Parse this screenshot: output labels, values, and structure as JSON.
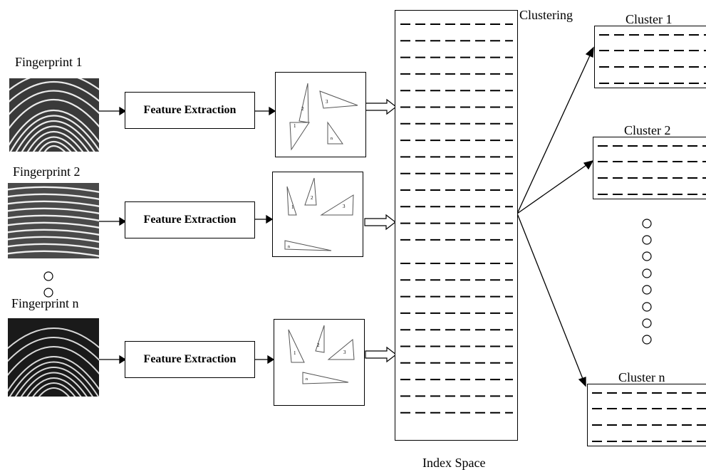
{
  "fingerprints": [
    {
      "label": "Fingerprint 1"
    },
    {
      "label": "Fingerprint 2"
    },
    {
      "label": "Fingerprint n"
    }
  ],
  "feature_extraction_label": "Feature Extraction",
  "triangle_labels": {
    "panel1": [
      "1",
      "2",
      "3",
      "n"
    ],
    "panel2": [
      "1",
      "2",
      "3",
      "n"
    ],
    "panel3": [
      "1",
      "2",
      "3",
      "n"
    ]
  },
  "index_space": {
    "label": "Index Space"
  },
  "clustering_label": "Clustering",
  "clusters": [
    {
      "label": "Cluster 1"
    },
    {
      "label": "Cluster 2"
    },
    {
      "label": "Cluster n"
    }
  ]
}
